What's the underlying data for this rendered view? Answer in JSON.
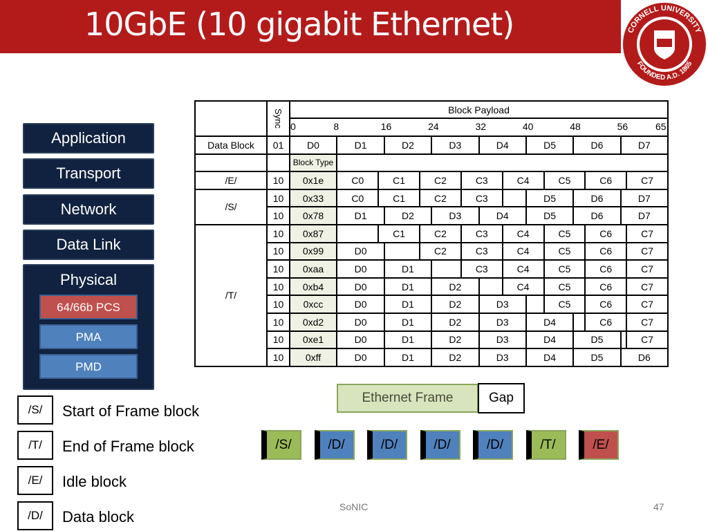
{
  "title": "10GbE (10 gigabit Ethernet)",
  "logo": {
    "text_top": "CORNELL UNIVERSITY",
    "text_bottom": "FOUNDED A.D. 1865",
    "color": "#b31b1b"
  },
  "stack": {
    "layers": [
      "Application",
      "Transport",
      "Network",
      "Data Link"
    ],
    "physical": "Physical",
    "sublayers": [
      {
        "label": "64/66b PCS",
        "color": "#c0504d"
      },
      {
        "label": "PMA",
        "color": "#4f81bd"
      },
      {
        "label": "PMD",
        "color": "#4f81bd"
      }
    ]
  },
  "table": {
    "sync_header": "Sync",
    "payload_header": "Block Payload",
    "ticks": [
      "0",
      "8",
      "16",
      "24",
      "32",
      "40",
      "48",
      "56",
      "65"
    ],
    "tick_bits": [
      0,
      8,
      16,
      24,
      32,
      40,
      48,
      56,
      65
    ],
    "groups": [
      {
        "label": "Data Block",
        "rows": 1
      },
      {
        "label": "",
        "rows": 1
      },
      {
        "label": "/E/",
        "rows": 1
      },
      {
        "label": "/S/",
        "rows": 2
      },
      {
        "label": "/T/",
        "rows": 8
      }
    ],
    "rows": [
      {
        "sync": "01",
        "type": "D0",
        "cells": [
          "D1",
          "D2",
          "D3",
          "D4",
          "D5",
          "D6",
          "D7"
        ]
      },
      {
        "sync": "",
        "type": "Block Type",
        "cells": [
          ""
        ]
      },
      {
        "sync": "10",
        "type": "0x1e",
        "cells": [
          "C0",
          "C1",
          "C2",
          "C3",
          "C4",
          "C5",
          "C6",
          "C7"
        ]
      },
      {
        "sync": "10",
        "type": "0x33",
        "cells": [
          "C0",
          "C1",
          "C2",
          "C3",
          "",
          "D5",
          "D6",
          "D7"
        ]
      },
      {
        "sync": "10",
        "type": "0x78",
        "cells": [
          "D1",
          "D2",
          "D3",
          "D4",
          "D5",
          "D6",
          "D7"
        ]
      },
      {
        "sync": "10",
        "type": "0x87",
        "cells": [
          "",
          "C1",
          "C2",
          "C3",
          "C4",
          "C5",
          "C6",
          "C7"
        ]
      },
      {
        "sync": "10",
        "type": "0x99",
        "cells": [
          "D0",
          "",
          "C2",
          "C3",
          "C4",
          "C5",
          "C6",
          "C7"
        ]
      },
      {
        "sync": "10",
        "type": "0xaa",
        "cells": [
          "D0",
          "D1",
          "",
          "C3",
          "C4",
          "C5",
          "C6",
          "C7"
        ]
      },
      {
        "sync": "10",
        "type": "0xb4",
        "cells": [
          "D0",
          "D1",
          "D2",
          "",
          "C4",
          "C5",
          "C6",
          "C7"
        ]
      },
      {
        "sync": "10",
        "type": "0xcc",
        "cells": [
          "D0",
          "D1",
          "D2",
          "D3",
          "",
          "C5",
          "C6",
          "C7"
        ]
      },
      {
        "sync": "10",
        "type": "0xd2",
        "cells": [
          "D0",
          "D1",
          "D2",
          "D3",
          "D4",
          "",
          "C6",
          "C7"
        ]
      },
      {
        "sync": "10",
        "type": "0xe1",
        "cells": [
          "D0",
          "D1",
          "D2",
          "D3",
          "D4",
          "D5",
          "",
          "C7"
        ]
      },
      {
        "sync": "10",
        "type": "0xff",
        "cells": [
          "D0",
          "D1",
          "D2",
          "D3",
          "D4",
          "D5",
          "D6"
        ]
      }
    ],
    "type_color": "#eef1e3"
  },
  "frame": {
    "label": "Ethernet Frame",
    "gap": "Gap",
    "color": "#d7e4bd"
  },
  "blocks": [
    {
      "label": "/S/",
      "color": "#9bbb59"
    },
    {
      "label": "/D/",
      "color": "#4f81bd"
    },
    {
      "label": "/D/",
      "color": "#4f81bd"
    },
    {
      "label": "/D/",
      "color": "#4f81bd"
    },
    {
      "label": "/D/",
      "color": "#4f81bd"
    },
    {
      "label": "/T/",
      "color": "#9bbb59"
    },
    {
      "label": "/E/",
      "color": "#c0504d"
    }
  ],
  "legend": [
    {
      "code": "/S/",
      "text": "Start of Frame block"
    },
    {
      "code": "/T/",
      "text": "End of Frame block"
    },
    {
      "code": "/E/",
      "text": "Idle block"
    },
    {
      "code": "/D/",
      "text": "Data block"
    }
  ],
  "footer": {
    "center": "SoNIC",
    "page": "47"
  }
}
